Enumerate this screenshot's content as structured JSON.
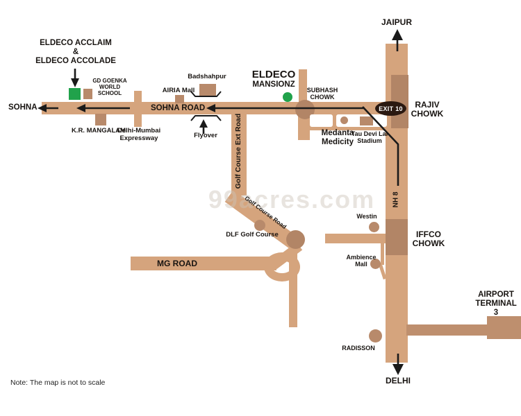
{
  "colors": {
    "road": "#D5A47D",
    "road_secondary": "#BE8F6E",
    "junction": "#B28566",
    "marker": "#B88A6B",
    "green": "#21A24B",
    "badge": "#2A1810",
    "line": "#1A1A1A",
    "text": "#181411"
  },
  "labels": {
    "eldeco_acclaim": "ELDECO ACCLAIM\n&\nELDECO ACCOLADE",
    "gd_goenka": "GD GOENKA\nWORLD\nSCHOOL",
    "sohna": "SOHNA",
    "sohna_road": "SOHNA ROAD",
    "kr_mangalam": "K.R. MANGALAM",
    "expressway": "Delhi-Mumbai\nExpressway",
    "badshahpur": "Badshahpur",
    "airia_mall": "AIRIA Mall",
    "flyover": "Flyover",
    "eldeco_mansionz_line1": "ELDECO",
    "eldeco_mansionz_line2": "MANSIONZ",
    "subhash_chowk": "SUBHASH\nCHOWK",
    "medanta": "Medanta\nMedicity",
    "tau_devi_lal": "Tau Devi Lal\nStadium",
    "exit_10": "EXIT 10",
    "rajiv_chowk": "RAJIV\nCHOWK",
    "jaipur": "JAIPUR",
    "nh8": "NH 8",
    "westin": "Westin",
    "iffco_chowk": "IFFCO\nCHOWK",
    "ambience_mall": "Ambience\nMall",
    "dlf_golf_course": "DLF Golf Course",
    "mg_road": "MG ROAD",
    "golf_course_ext_road": "Golf Course Ext Road",
    "golf_course_road": "Golf Course Road",
    "airport": "AIRPORT\nTERMINAL 3",
    "radisson": "RADISSON",
    "delhi": "DELHI",
    "note": "Note: The map is not to scale",
    "watermark": "99acres.com"
  }
}
